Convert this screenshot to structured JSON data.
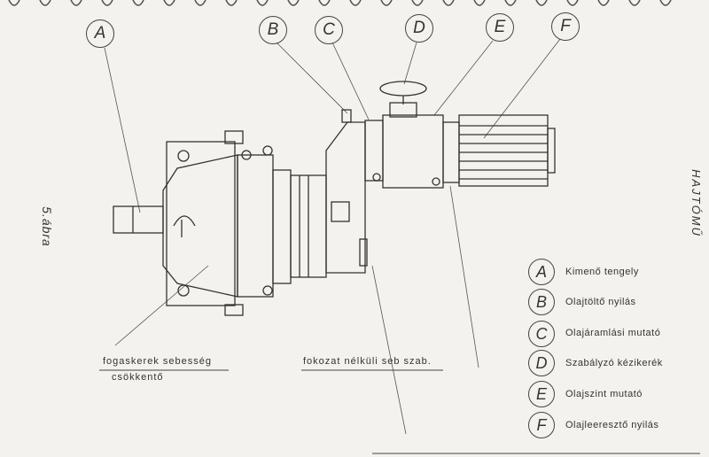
{
  "callouts": [
    "A",
    "B",
    "C",
    "D",
    "E",
    "F"
  ],
  "figure_label": "5.ábra",
  "title_vertical": "HAJTÓMŰ",
  "captions": {
    "gear_line1": "fogaskerek   sebesség",
    "gear_line2": "csökkentő",
    "stepless": "fokozat  nélküli  seb  szab."
  },
  "legend": [
    {
      "letter": "A",
      "text": "Kimenő  tengely"
    },
    {
      "letter": "B",
      "text": "Olajtöltő  nyilás"
    },
    {
      "letter": "C",
      "text": "Olajáramlási  mutató"
    },
    {
      "letter": "D",
      "text": "Szabályzó  kézikerék"
    },
    {
      "letter": "E",
      "text": "Olajszint   mutató"
    },
    {
      "letter": "F",
      "text": "Olajleeresztő  nyilás"
    }
  ]
}
